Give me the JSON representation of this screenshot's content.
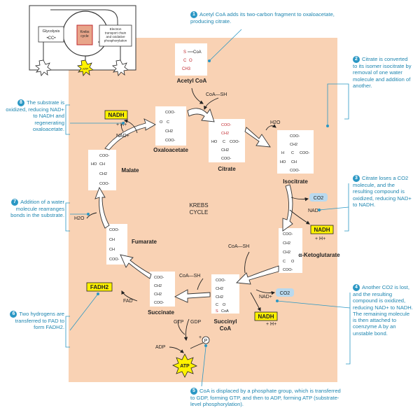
{
  "inset": {
    "glycolysis": "Glycolysis",
    "glycolysis_icon": "metabolic-pathway-glyph",
    "krebs": "Krebs\ncycle",
    "etc": "Electron\ntransport chain\nand oxidative\nphosphorylation",
    "atp": "ATP"
  },
  "center": {
    "line1": "KREBS",
    "line2": "CYCLE"
  },
  "compounds": {
    "acetyl_coa": "Acetyl CoA",
    "oxaloacetate": "Oxaloacetate",
    "citrate": "Citrate",
    "isocitrate": "Isocitrate",
    "malate": "Malate",
    "alpha_kg": "α-Ketoglutarate",
    "fumarate": "Fumarate",
    "succinyl_coa": "Succinyl\nCoA",
    "succinate": "Succinate"
  },
  "molecules": {
    "coa": "CoA",
    "coa_sh": "CoA—SH",
    "h2o": "H2O",
    "co2": "CO2",
    "nad": "NAD+",
    "nadh": "NADH",
    "hplus": "+ H+",
    "fad": "FAD",
    "fadh2": "FADH2",
    "gtp": "GTP",
    "gdp": "GDP",
    "adp": "ADP",
    "pi": "P",
    "atp": "ATP"
  },
  "struct_text": {
    "coo": "COO-",
    "ch2": "CH2",
    "ch3": "CH3",
    "c": "C",
    "o": "O",
    "h": "H",
    "ho": "HO",
    "s": "S",
    "ch": "CH"
  },
  "steps": [
    {
      "n": "1",
      "text": "Acetyl CoA adds its two-carbon fragment to oxaloacetate, producing citrate."
    },
    {
      "n": "2",
      "text": "Citrate is converted to its isomer isocitrate by removal of one water molecule and addition of another."
    },
    {
      "n": "3",
      "text": "Citrate loses a CO2 molecule, and the resulting compound is oxidized, reducing NAD+ to NADH."
    },
    {
      "n": "4",
      "text": "Another CO2 is lost, and the resulting compound is oxidized, reducing NAD+ to NADH. The remaining molecule is then attached to coenzyme A by an unstable bond."
    },
    {
      "n": "5",
      "text": "CoA is displaced by a phosphate group, which is transferred to GDP, forming GTP, and then to ADP, forming ATP (substrate-level phosphorylation)."
    },
    {
      "n": "6",
      "text": "Two hydrogens are transferred to FAD to form FADH2."
    },
    {
      "n": "7",
      "text": "Addition of a water molecule rearranges bonds in the substrate."
    },
    {
      "n": "8",
      "text": "The substrate is oxidized, reducing NAD+ to NADH and regenerating oxaloacetate."
    }
  ],
  "colors": {
    "panel": "#f9d2b4",
    "accent": "#2a97c4",
    "highlight": "#fff200",
    "co2": "#b9d9ee",
    "red": "#c1272d"
  }
}
